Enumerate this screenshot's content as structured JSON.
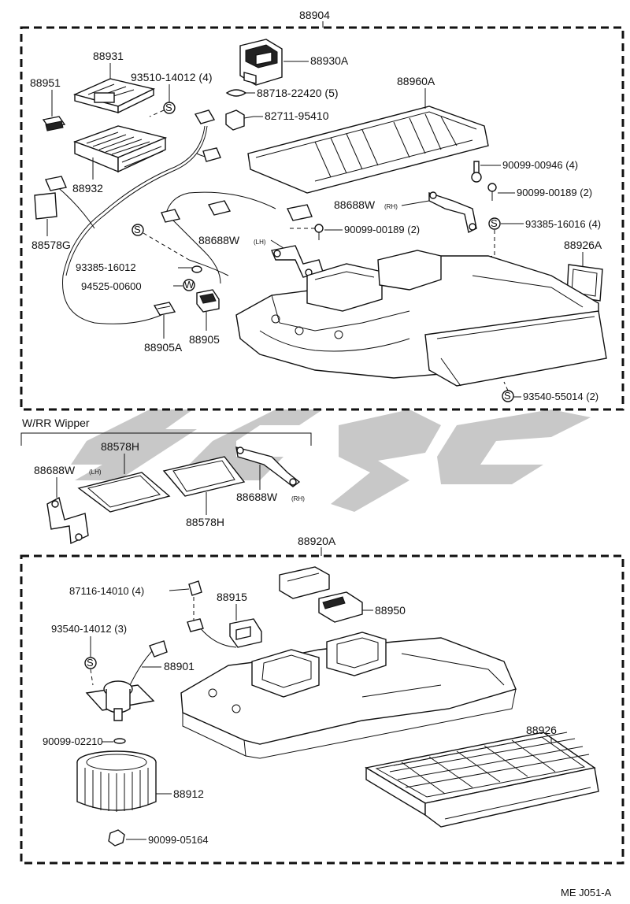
{
  "diagram": {
    "assembly_front": "88904",
    "assembly_rear": "88920A",
    "section_label": "W/RR Wipper",
    "reference_code": "ME J051-A",
    "watermark": "ccge"
  },
  "labels_front": {
    "l88931": "88931",
    "l88930A": "88930A",
    "l88951": "88951",
    "l93510": "93510-14012 (4)",
    "l88718": "88718-22420 (5)",
    "l88960A": "88960A",
    "l82711": "82711-95410",
    "l88932": "88932",
    "l90099_00946": "90099-00946 (4)",
    "l90099_00189a": "90099-00189 (2)",
    "l88688W_RH": "88688W",
    "l88688W_RH_sub": "(RH)",
    "l88578G": "88578G",
    "l93385_16016": "93385-16016 (4)",
    "l88688W_LH": "88688W",
    "l88688W_LH_sub": "(LH)",
    "l90099_00189b": "90099-00189 (2)",
    "l88926A": "88926A",
    "l93385_16012": "93385-16012",
    "l94525": "94525-00600",
    "l88905": "88905",
    "l88905A": "88905A",
    "l93540_55014": "93540-55014 (2)"
  },
  "labels_wiper": {
    "l88578H_a": "88578H",
    "l88688W_LH": "88688W",
    "l88688W_LH_sub": "(LH)",
    "l88578H_b": "88578H",
    "l88688W_RH": "88688W",
    "l88688W_RH_sub": "(RH)"
  },
  "labels_rear": {
    "l87116": "87116-14010 (4)",
    "l88915": "88915",
    "l88950": "88950",
    "l93540_14012": "93540-14012 (3)",
    "l88901": "88901",
    "l90099_02210": "90099-02210",
    "l88926": "88926",
    "l88912": "88912",
    "l90099_05164": "90099-05164"
  },
  "symbols": {
    "screw": "S",
    "washer": "W"
  }
}
